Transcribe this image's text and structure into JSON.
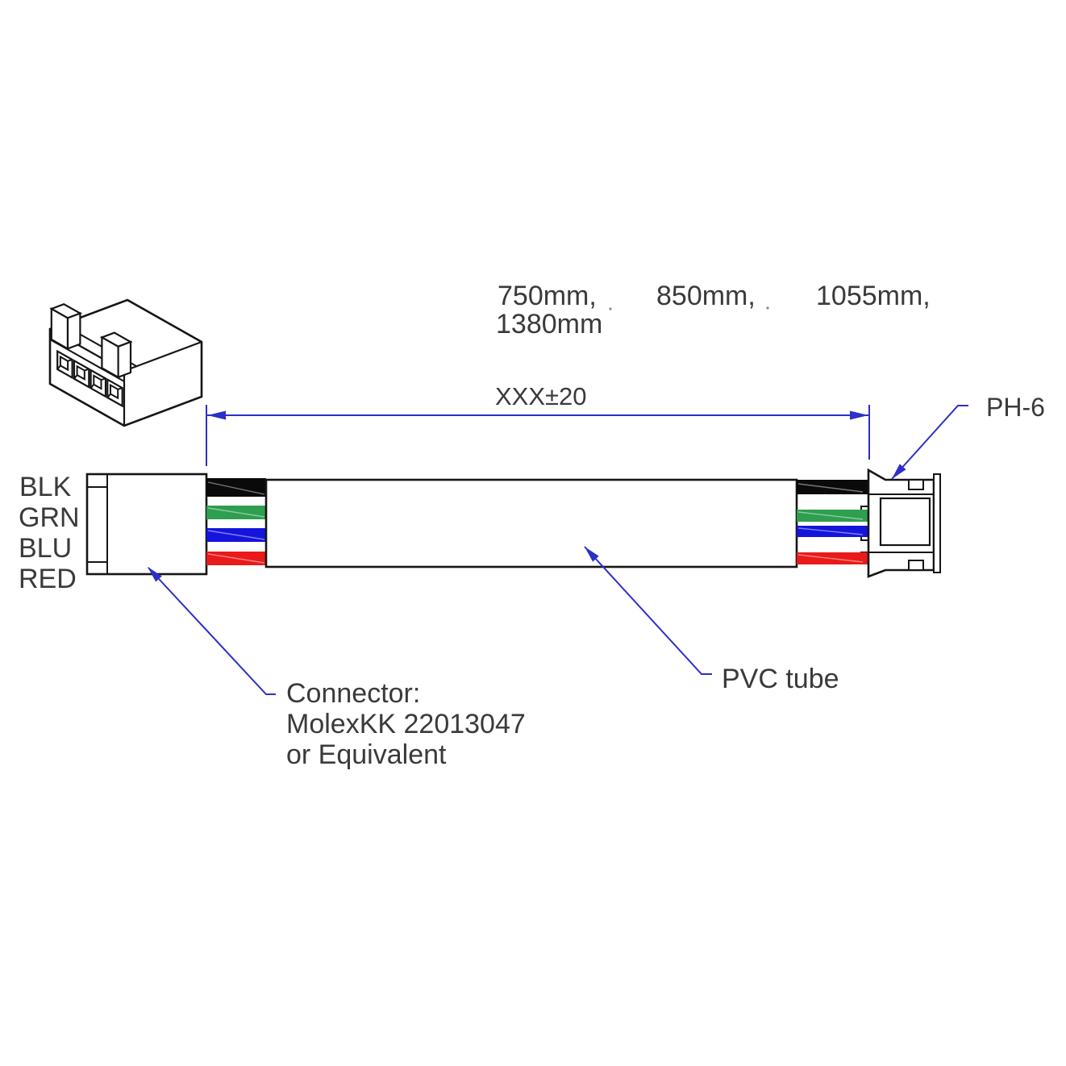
{
  "drawing": {
    "lengths": {
      "l1": "750mm,",
      "l2": "850mm,",
      "l3": "1055mm,",
      "l4": "1380mm"
    },
    "dimension_label": "XXX±20",
    "wire_labels": [
      "BLK",
      "GRN",
      "BLU",
      "RED"
    ],
    "connector_note": {
      "line1": "Connector:",
      "line2": "MolexKK 22013047",
      "line3": "or Equivalent"
    },
    "pvc_label": "PVC tube",
    "ph6_label": "PH-6",
    "colors": {
      "wire_black": "#0a0a0a",
      "wire_green": "#2e9e4f",
      "wire_blue": "#1414dc",
      "wire_red": "#ea1a1a",
      "annotation_blue": "#2e2ec8",
      "ink": "#3a3a3a",
      "outline": "#151515"
    }
  }
}
